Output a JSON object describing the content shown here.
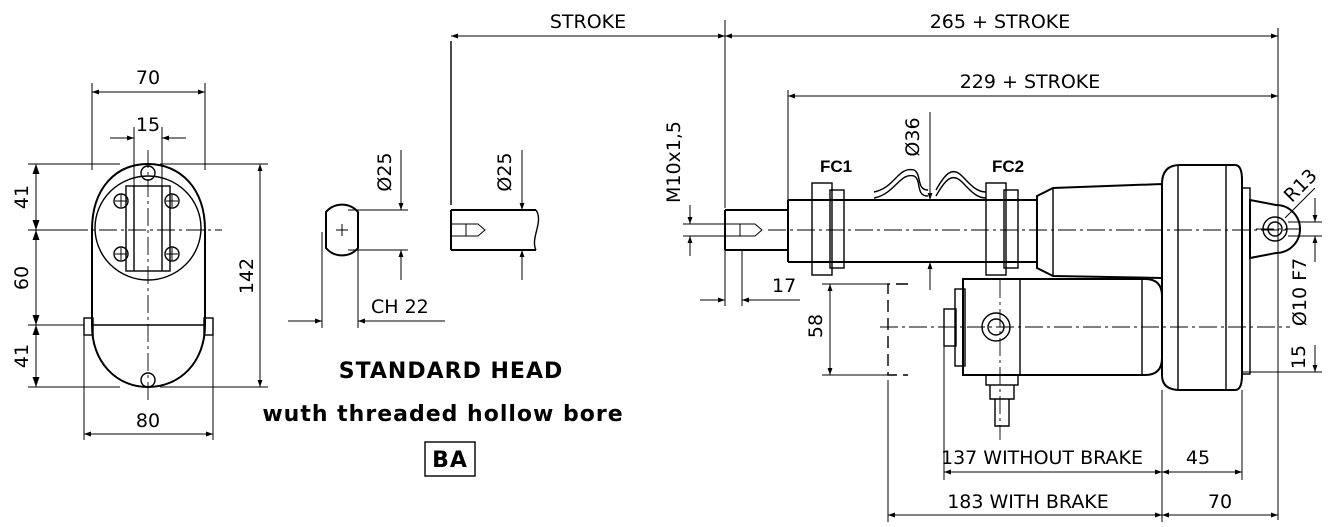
{
  "dimensions": {
    "width_top": "70",
    "width_inner": "15",
    "width_bottom": "80",
    "height_total": "142",
    "h_top": "41",
    "h_mid": "60",
    "h_bot": "41",
    "dia_head": "Ø25",
    "dia_rod": "Ø25",
    "ch": "CH  22",
    "stroke": "STROKE",
    "len_total": "265 + STROKE",
    "len_body": "229 + STROKE",
    "thread": "M10x1,5",
    "dia_tube": "Ø36",
    "len_17": "17",
    "h_58": "58",
    "radius": "R13",
    "dia_pin": "Ø10 F7",
    "w_15": "15",
    "without_brake": "137  WITHOUT BRAKE",
    "w_45": "45",
    "with_brake": "183   WITH BRAKE",
    "w_70": "70"
  },
  "labels": {
    "fc1": "FC1",
    "fc2": "FC2",
    "caption_line1": "STANDARD HEAD",
    "caption_line2": "wuth threaded hollow bore",
    "code": "BA"
  }
}
